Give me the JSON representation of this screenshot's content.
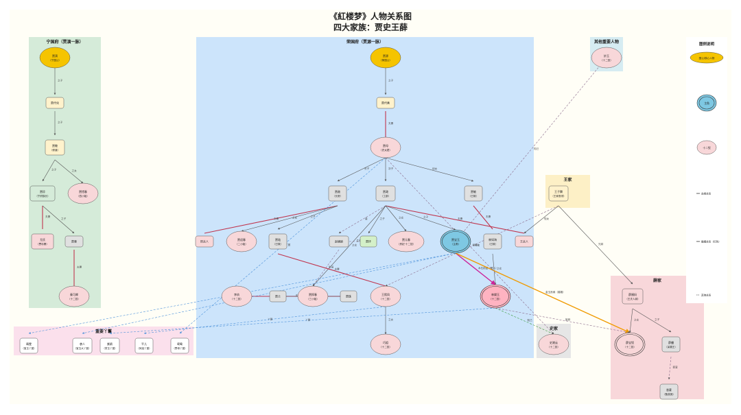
{
  "title": "《紅楼梦》人物关系图",
  "subtitle": "四大家族：贾史王薛",
  "clusters": {
    "ning": "宁国府（贾演一脉）",
    "rong": "荣国府（贾源一脉）",
    "other": "其他重要人物",
    "wang": "王家",
    "shi": "史家",
    "xue": "薛家",
    "maids": "重要丫鬟",
    "legend": "图例说明"
  },
  "nodes": {
    "jiayan": [
      "贾演",
      "（宁国公）"
    ],
    "jiadaihua": [
      "贾代化"
    ],
    "jiajing": [
      "贾敬",
      "（修道）"
    ],
    "jiazhen": [
      "贾珍",
      "（宁府族长）"
    ],
    "xichun": [
      "贾惜春",
      "（四小姐）"
    ],
    "youshi": [
      "尤氏",
      "（贾珍妻）"
    ],
    "jiarong": [
      "贾蓉"
    ],
    "qinkeqing": [
      "秦可卿",
      "（十二钗）"
    ],
    "jiayuan": [
      "贾源",
      "（荣国公）"
    ],
    "jiadaishan": [
      "贾代善"
    ],
    "jiamu": [
      "贾母",
      "（史太君）"
    ],
    "jiashe": [
      "贾赦",
      "（长房）"
    ],
    "jiazheng": [
      "贾政",
      "（工部）"
    ],
    "jiamin": [
      "贾敏",
      "（已故）"
    ],
    "xingfuren": [
      "邢夫人"
    ],
    "yingchun": [
      "贾迎春",
      "（二小姐）"
    ],
    "jialian": [
      "贾琏",
      "（已故）"
    ],
    "zhaoyiniang": [
      "赵姨娘"
    ],
    "jiahuan": [
      "贾环"
    ],
    "tanchun": [
      "贾探春",
      "（三小姐）"
    ],
    "yuanchun": [
      "贾元春",
      "（贵妃·十二钗）"
    ],
    "baoyu": [
      "贾宝玉",
      "（主角）"
    ],
    "lindaihua": [
      "林如海",
      "（已故）"
    ],
    "wangfuren": [
      "王夫人"
    ],
    "liwan": [
      "李纨",
      "（十二钗）"
    ],
    "jialan": [
      "贾兰"
    ],
    "jiazhu": [
      "贾珠"
    ],
    "wangxifeng": [
      "王熙凤",
      "（十二钗）"
    ],
    "daiyu": [
      "林黛玉",
      "（十二钗）"
    ],
    "qiaojie": [
      "巧姐",
      "（十二钗）"
    ],
    "miaoyu": [
      "妙玉",
      "（十二钗）"
    ],
    "wangzitong": [
      "王子腾",
      "（王家首领）"
    ],
    "xiangyun": [
      "史湘云",
      "（十二钗）"
    ],
    "xueyima": [
      "薛姨妈",
      "（王夫人妹）"
    ],
    "baochai": [
      "薛宝钗",
      "（十二钗）"
    ],
    "xuepan": [
      "薛蟠",
      "（呆霸王）"
    ],
    "xiangling": [
      "香菱",
      "（甄英莲）"
    ],
    "qingwen": [
      "晴雯",
      "（宝玉丫鬟）"
    ],
    "xiren": [
      "袭人",
      "（宝玉大丫鬟）"
    ],
    "zijuan": [
      "紫鹃",
      "（黛玉丫鬟）"
    ],
    "pinger": [
      "平儿",
      "（凤姐丫鬟）"
    ],
    "yuanyang": [
      "鸳鸯",
      "（贾母丫鬟）"
    ]
  },
  "edges": {
    "child": "之子",
    "daughter": "之女",
    "spouse": "夫妻",
    "eldest": "长子",
    "second": "次子",
    "youngest_d": "幼女",
    "concubine": "妾",
    "birth": "生母",
    "cousin": "姑表",
    "love": "木石前盟（爱人）",
    "gold_jade": "金玉良缘（婚姻）",
    "niece": "侄女",
    "brother_in_law": "兄妹",
    "grandniece": "侄孙女",
    "servant": "丫鬟",
    "confidant": "知己",
    "concubine_of": "妾室",
    "sister": "姐妹",
    "aunt": "姨母",
    "maid": "服侍"
  },
  "legend": {
    "protagonist": "主角",
    "founder": "国公/核心人物",
    "chai": "十二钗",
    "blood": "血缘关系",
    "marriage": "婚姻关系（红色）",
    "other": "其他关系"
  },
  "colors": {
    "gold": "#f5c400",
    "light_yellow": "#fff2cc",
    "pink": "#f8d7d9",
    "protagonist": "#7ec8e3",
    "daiyu": "#ffb3c1",
    "gray": "#e0e0e0",
    "light_green": "#d4f0c8",
    "ning_bg": "#d5ebd9",
    "rong_bg": "#cce4fb",
    "wang_bg": "#fdf0c6",
    "shi_bg": "#e6e6e6",
    "xue_bg": "#f8d7da",
    "maid_bg": "#fbe0ec",
    "other_bg": "#d6ecf2",
    "marriage": "#c0344d",
    "love": "#cc2299",
    "gold_jade": "#f09a00",
    "dashed": "#4a90d9"
  }
}
